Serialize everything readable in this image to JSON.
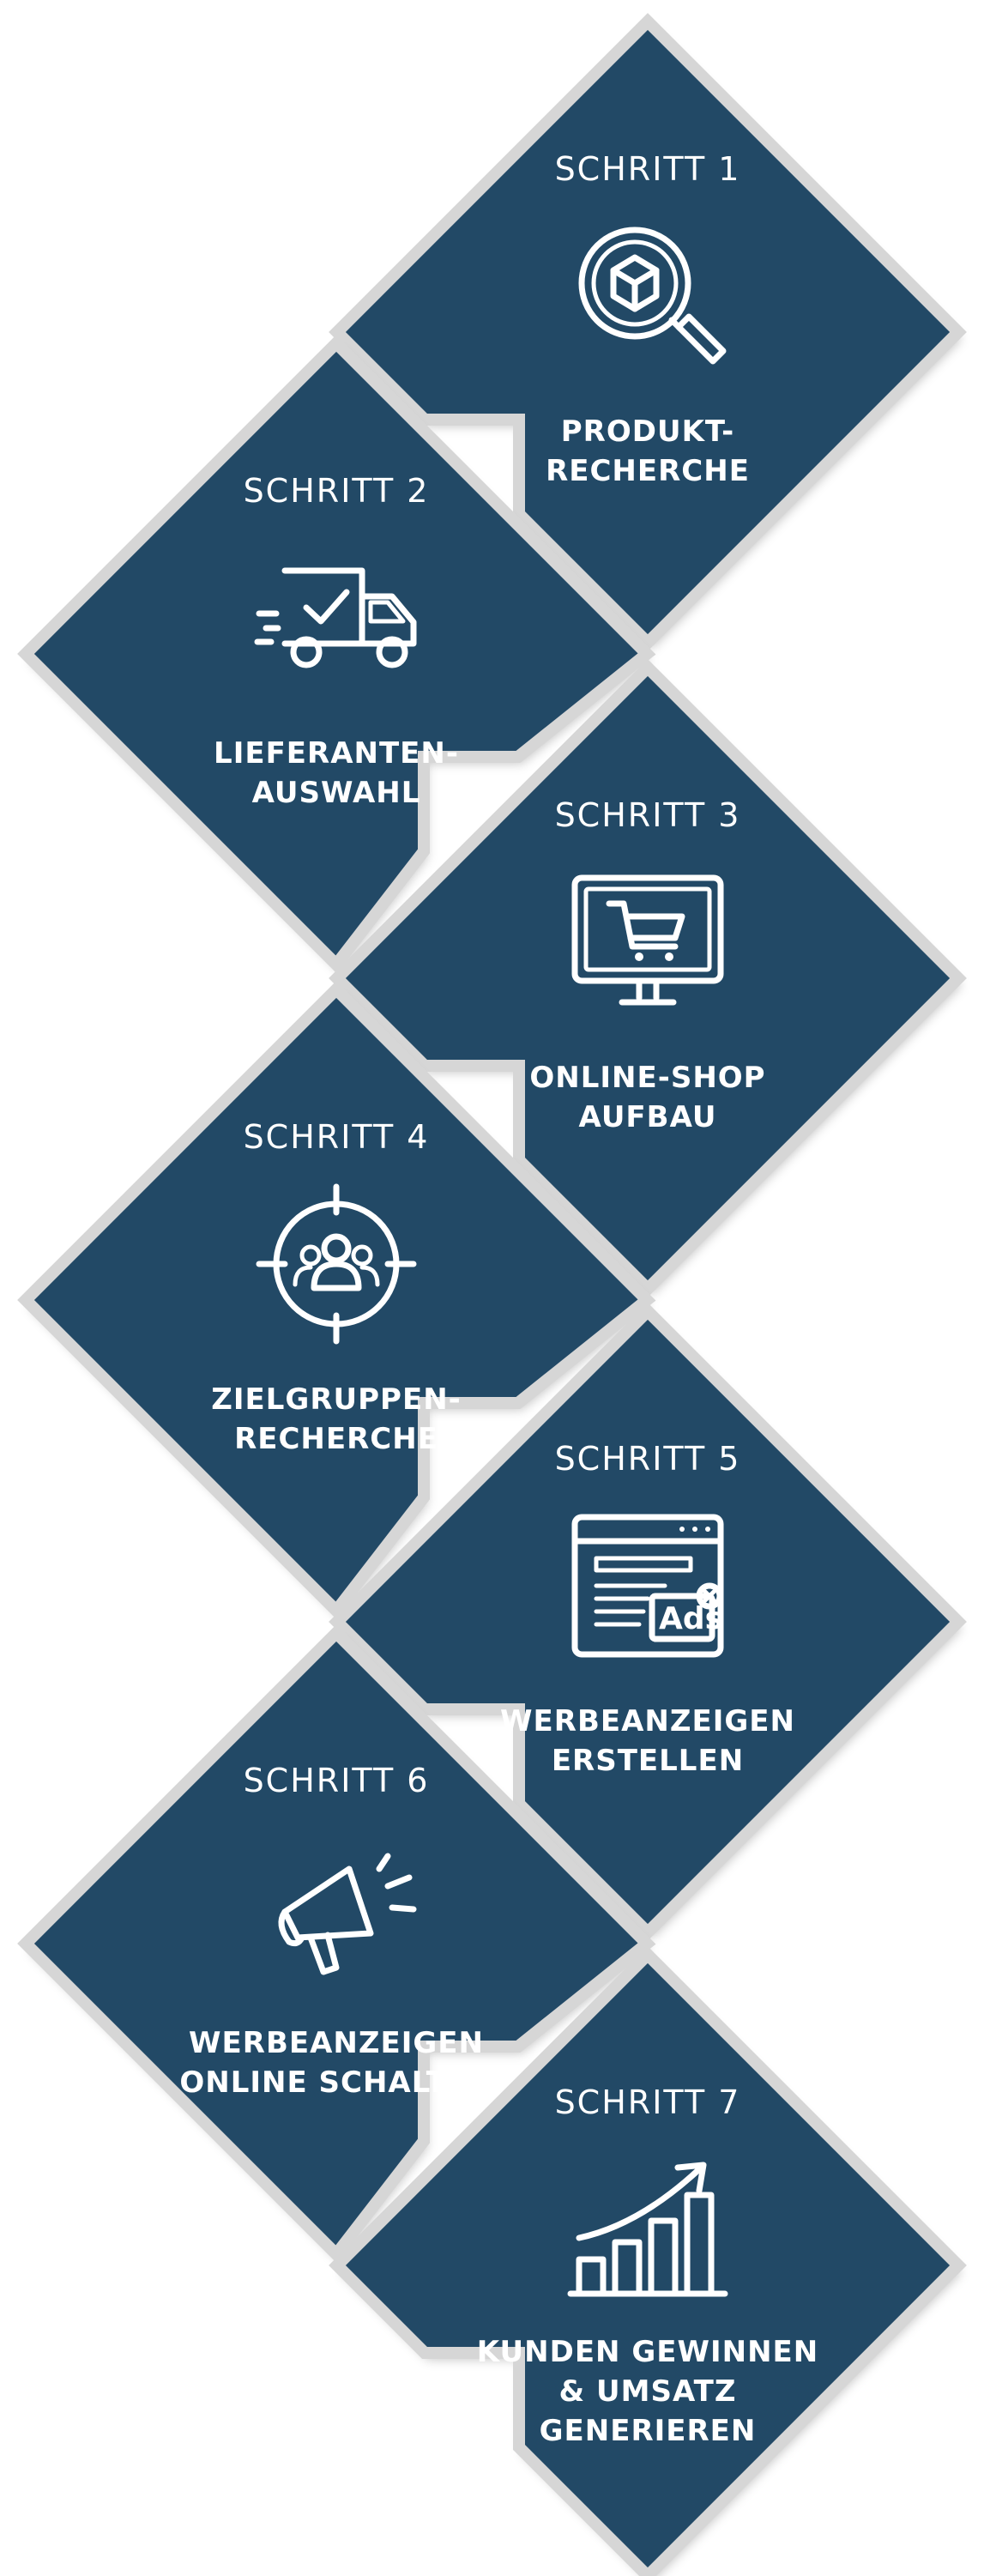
{
  "colors": {
    "tile": "#224966",
    "gap": "#d6d6d6",
    "text": "#ffffff",
    "background": "#ffffff"
  },
  "steps": [
    {
      "label": "SCHRITT 1",
      "icon": "product-search-icon",
      "title_lines": [
        "PRODUKT-",
        "RECHERCHE"
      ]
    },
    {
      "label": "SCHRITT 2",
      "icon": "delivery-truck-icon",
      "title_lines": [
        "LIEFERANTEN-",
        "AUSWAHL"
      ]
    },
    {
      "label": "SCHRITT 3",
      "icon": "shopping-cart-monitor-icon",
      "title_lines": [
        "ONLINE-SHOP",
        "AUFBAU"
      ]
    },
    {
      "label": "SCHRITT 4",
      "icon": "target-audience-icon",
      "title_lines": [
        "ZIELGRUPPEN-",
        "RECHERCHE"
      ]
    },
    {
      "label": "SCHRITT 5",
      "icon": "ads-browser-icon",
      "icon_text": "Ads",
      "title_lines": [
        "WERBEANZEIGEN",
        "ERSTELLEN"
      ]
    },
    {
      "label": "SCHRITT 6",
      "icon": "megaphone-icon",
      "title_lines": [
        "WERBEANZEIGEN",
        "ONLINE SCHALTEN"
      ]
    },
    {
      "label": "SCHRITT 7",
      "icon": "growth-chart-icon",
      "title_lines": [
        "KUNDEN GEWINNEN",
        "& UMSATZ",
        "GENERIEREN"
      ]
    }
  ]
}
